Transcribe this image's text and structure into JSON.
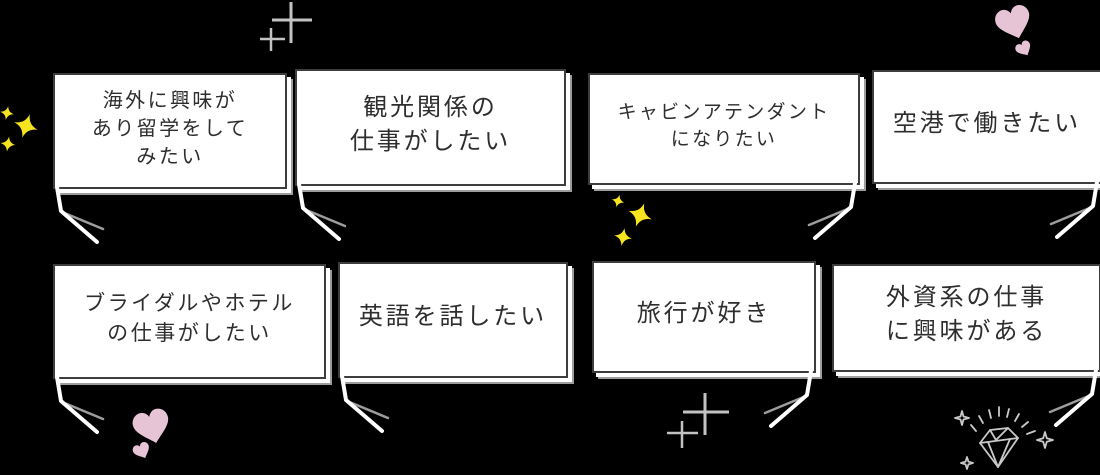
{
  "colors": {
    "background": "#000000",
    "bubble_fill": "#ffffff",
    "bubble_border": "#3d3d3d",
    "bubble_shadow": "#9d9d9d",
    "text": "#2e2e2e",
    "sparkle_yellow": "#f5e41f",
    "heart_pink": "#e6c4d5",
    "doodle_gray": "#c4c4c4"
  },
  "bubbles": [
    {
      "name": "study-abroad",
      "tail": "left",
      "lines": [
        "海外に興味が",
        "あり留学をして",
        "みたい"
      ]
    },
    {
      "name": "tourism-work",
      "tail": "left",
      "lines": [
        "観光関係の",
        "仕事がしたい"
      ]
    },
    {
      "name": "cabin-attendant",
      "tail": "right",
      "lines": [
        "キャビンアテンダント",
        "になりたい"
      ]
    },
    {
      "name": "airport-work",
      "tail": "right",
      "lines": [
        "空港で働きたい"
      ]
    },
    {
      "name": "bridal-hotel",
      "tail": "left",
      "lines": [
        "ブライダルやホテル",
        "の仕事がしたい"
      ]
    },
    {
      "name": "speak-english",
      "tail": "left",
      "lines": [
        "英語を話したい"
      ]
    },
    {
      "name": "likes-travel",
      "tail": "right",
      "lines": [
        "旅行が好き"
      ]
    },
    {
      "name": "foreign-company",
      "tail": "right",
      "lines": [
        "外資系の仕事",
        "に興味がある"
      ]
    }
  ],
  "decorations": {
    "top_center": "gray-sparkle-cross",
    "top_right": "pink-hearts",
    "left_edge": "yellow-sparkles",
    "center": "yellow-sparkles",
    "bottom_left": "pink-hearts",
    "bottom_center": "gray-sparkle-cross",
    "bottom_right": "diamond-doodle"
  }
}
